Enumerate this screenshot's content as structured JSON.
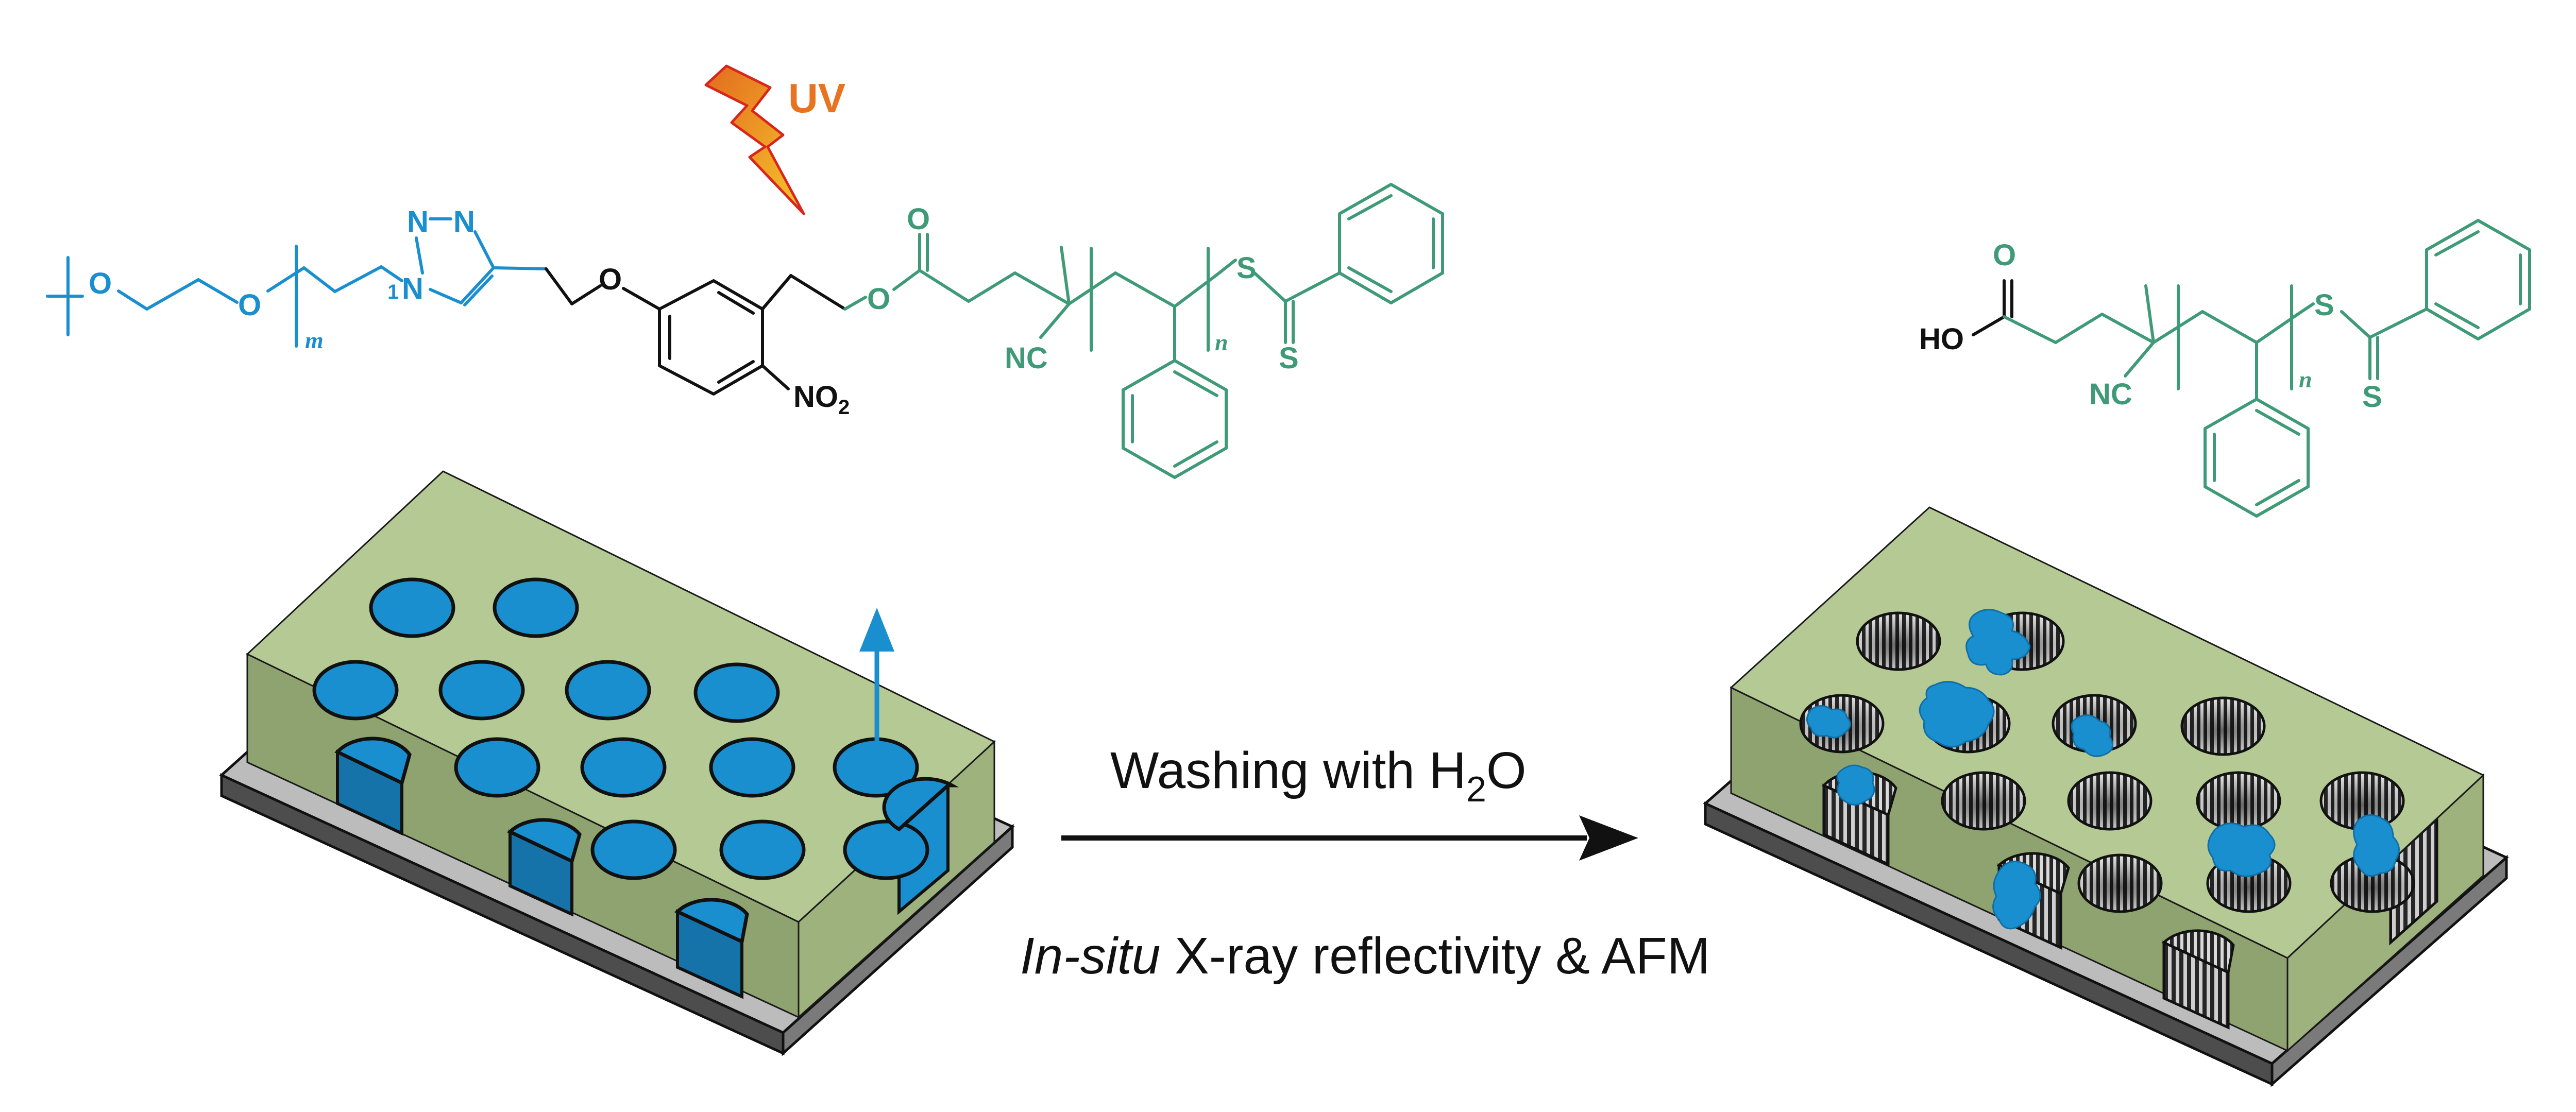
{
  "colors": {
    "peo": "#1a8fd0",
    "linker": "#111111",
    "polystyrene": "#3f9a78",
    "uv_text": "#e9731e",
    "uv_bolt": "#f2b322",
    "matrix_top": "#b4c893",
    "matrix_side": "#8a9e6b",
    "domain_fill": "#1890d0",
    "substrate": "#6b6b6b",
    "pore_dark": "#2b2b2b"
  },
  "top_molecule": {
    "oxygen_left": "O",
    "oxygen_right": "O",
    "repeat_m": "m",
    "triazole_n1": "N",
    "triazole_n2": "N",
    "triazole_n3": "N",
    "triazole_n1_num": "1",
    "ether_oxygen": "O",
    "nitro_prefix": "NO",
    "nitro_sub": "2",
    "ester_oxygen": "O",
    "carbonyl_oxygen": "O",
    "nitrile": "NC",
    "repeat_n": "n",
    "thio_s": "S",
    "thione_s": "S"
  },
  "uv_label": "UV",
  "product_molecule": {
    "carbonyl_oxygen": "O",
    "hydroxyl": "HO",
    "nitrile": "NC",
    "repeat_n": "n",
    "thio_s": "S",
    "thione_s": "S"
  },
  "process": {
    "label_main": "Washing with H",
    "label_sub": "2",
    "label_tail": "O",
    "method_italic": "In-situ",
    "method_rest": " X-ray reflectivity & AFM"
  }
}
